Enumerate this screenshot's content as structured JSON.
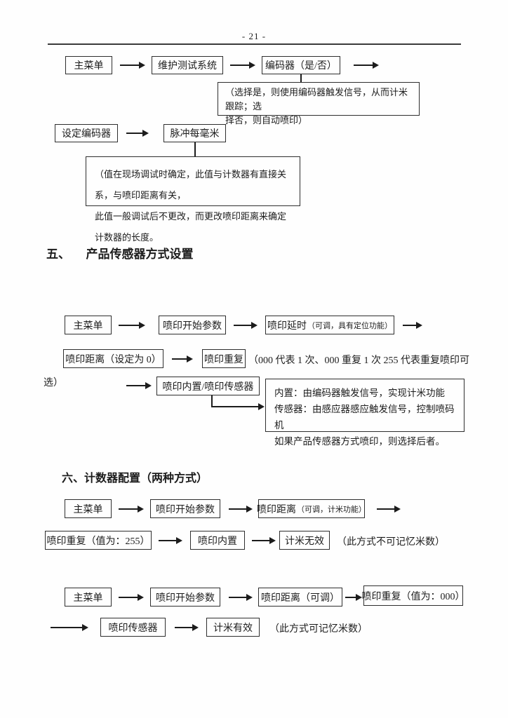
{
  "page_number": "- 21 -",
  "encoder_flow": {
    "main_menu": "主菜单",
    "maintenance_test_system": "维护测试系统",
    "encoder_yes_no": "编码器（是/否）",
    "encoder_note": "（选择是，则使用编码器触发信号，从而计米跟踪；选\n择否，则自动喷印）",
    "set_encoder": "设定编码器",
    "pulses_per_mm": "脉冲每毫米",
    "pulses_note": "（值在现场调试时确定，此值与计数器有直接关系，与喷印距离有关，\n此值一般调试后不更改，而更改喷印距离来确定计数器的长度。"
  },
  "section5": {
    "heading_number": "五、",
    "heading_title": "产品传感器方式设置",
    "main_menu": "主菜单",
    "print_start_params": "喷印开始参数",
    "print_delay": "喷印延时",
    "print_delay_note": "（可调，具有定位功能）",
    "print_distance_zero": "喷印距离（设定为 0）",
    "print_repeat": "喷印重复",
    "repeat_note_line1": "（000 代表 1 次、000 重复 1 次  255 代表重复喷印可",
    "repeat_note_line2": "选）",
    "internal_or_sensor": "喷印内置/喷印传感器",
    "mode_note": "内置：由编码器触发信号，实现计米功能\n传感器：由感应器感应触发信号，控制喷码机\n如果产品传感器方式喷印，则选择后者。"
  },
  "section6": {
    "heading": "六、计数器配置（两种方式）",
    "flow_a": {
      "main_menu": "主菜单",
      "print_start_params": "喷印开始参数",
      "print_distance": "喷印距离",
      "print_distance_note": "（可调，计米功能）",
      "print_repeat_255": "喷印重复（值为：255）",
      "print_internal": "喷印内置",
      "meter_invalid": "计米无效",
      "note": "（此方式不可记忆米数）"
    },
    "flow_b": {
      "main_menu": "主菜单",
      "print_start_params": "喷印开始参数",
      "print_distance_adj": "喷印距离（可调）",
      "print_repeat_000": "喷印重复（值为：000）",
      "print_sensor": "喷印传感器",
      "meter_valid": "计米有效",
      "note": "（此方式可记忆米数）"
    }
  },
  "colors": {
    "ink": "#1c1c1c",
    "paper": "#fefefe"
  }
}
